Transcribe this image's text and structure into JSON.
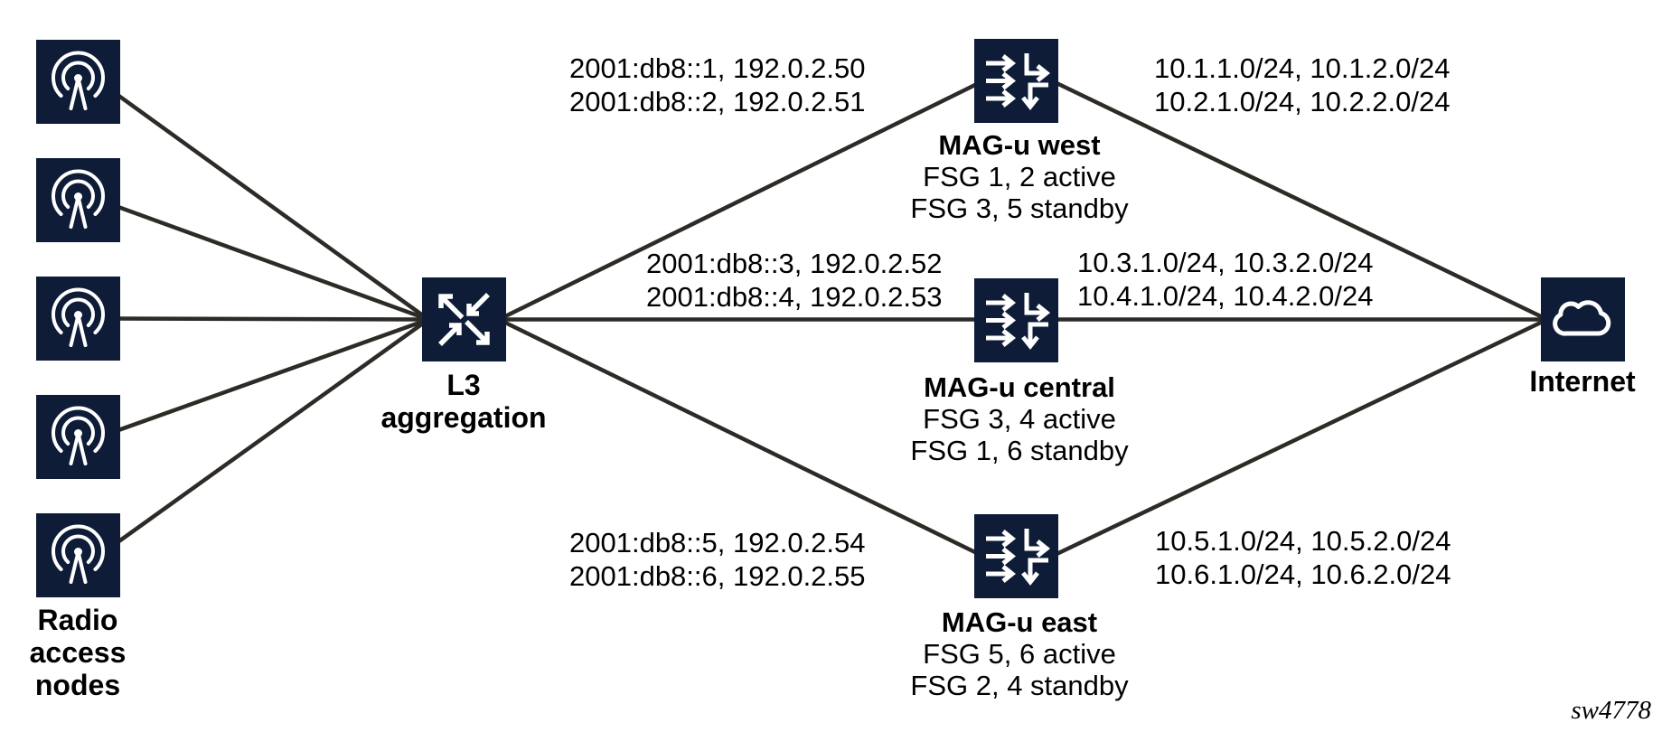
{
  "labels": {
    "radio_group": "Radio\naccess\nnodes",
    "l3_node": "L3\naggregation",
    "internet_node": "Internet",
    "figure_id": "sw4778"
  },
  "radio": {
    "node_count": 5
  },
  "mags": {
    "west": {
      "title": "MAG-u west",
      "fsg_active": "FSG 1, 2 active",
      "fsg_standby": "FSG 3, 5 standby",
      "addresses": [
        "2001:db8::1, 192.0.2.50",
        "2001:db8::2, 192.0.2.51"
      ],
      "subnets": [
        "10.1.1.0/24, 10.1.2.0/24",
        "10.2.1.0/24, 10.2.2.0/24"
      ]
    },
    "central": {
      "title": "MAG-u central",
      "fsg_active": "FSG 3, 4 active",
      "fsg_standby": "FSG 1, 6 standby",
      "addresses": [
        "2001:db8::3, 192.0.2.52",
        "2001:db8::4, 192.0.2.53"
      ],
      "subnets": [
        "10.3.1.0/24, 10.3.2.0/24",
        "10.4.1.0/24, 10.4.2.0/24"
      ]
    },
    "east": {
      "title": "MAG-u east",
      "fsg_active": "FSG 5, 6 active",
      "fsg_standby": "FSG 2, 4 standby",
      "addresses": [
        "2001:db8::5, 192.0.2.54",
        "2001:db8::6, 192.0.2.55"
      ],
      "subnets": [
        "10.5.1.0/24, 10.5.2.0/24",
        "10.6.1.0/24, 10.6.2.0/24"
      ]
    }
  },
  "icons": {
    "radio": "broadcast-antenna-icon",
    "l3": "crossing-arrows-router-icon",
    "mag": "traffic-steering-switch-icon",
    "internet": "cloud-icon"
  },
  "colors": {
    "background": "#ffffff",
    "node_fill": "#0e1c38",
    "icon_stroke": "#ffffff",
    "link_stroke": "#2e2a26",
    "text": "#000000"
  }
}
